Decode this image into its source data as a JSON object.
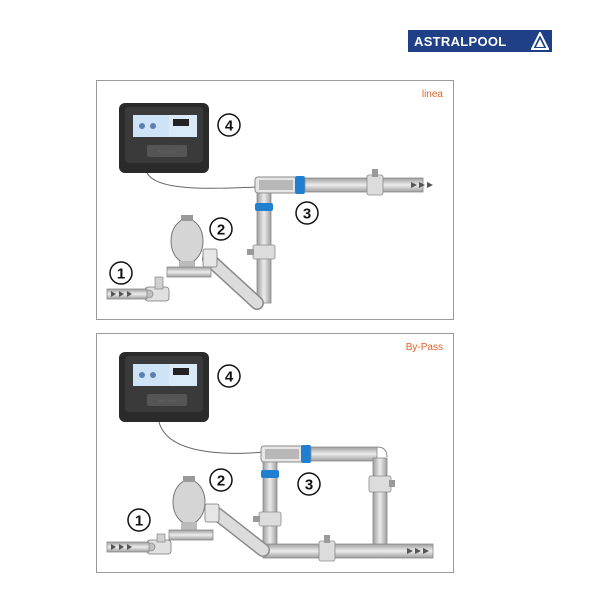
{
  "brand": {
    "name": "ASTRALPOOL"
  },
  "panels": [
    {
      "label": "linea",
      "markers": [
        "1",
        "2",
        "3",
        "4"
      ],
      "device_label": "Salt Clear"
    },
    {
      "label": "By-Pass",
      "markers": [
        "1",
        "2",
        "3",
        "4"
      ],
      "device_label": "Salt Clear"
    }
  ],
  "colors": {
    "brand_blue": "#1f3f86",
    "label_orange": "#e2622a",
    "cell_blue": "#1f7fd1",
    "pipe_gray": "#c8c8c8",
    "pipe_outline": "#8a8a8a"
  },
  "icons": [
    "astralpool-logo-icon",
    "chlorinator-unit-icon",
    "sand-filter-icon",
    "pump-icon",
    "electrolysis-cell-icon",
    "valve-icon",
    "flow-arrow-icon"
  ]
}
